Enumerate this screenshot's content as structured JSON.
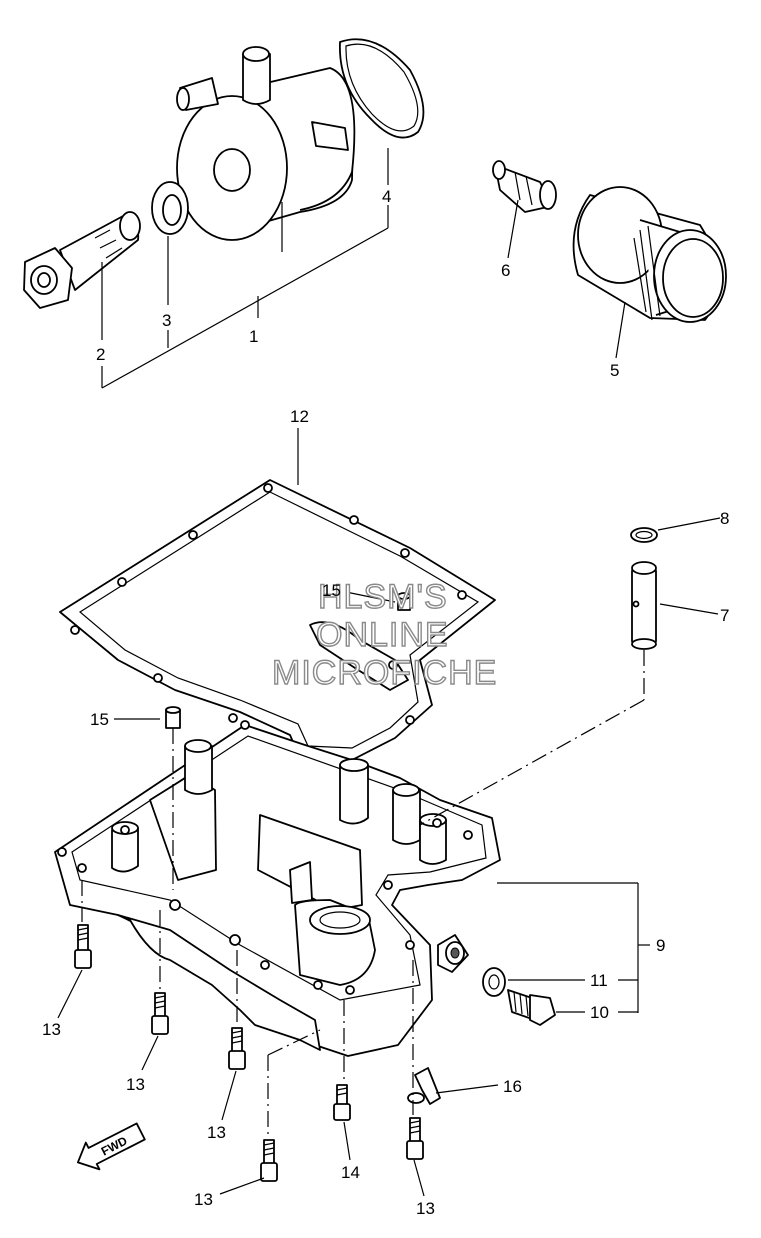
{
  "diagram": {
    "callouts": {
      "c1": "1",
      "c2": "2",
      "c3": "3",
      "c4": "4",
      "c5": "5",
      "c6": "6",
      "c7": "7",
      "c8": "8",
      "c9": "9",
      "c10": "10",
      "c11": "11",
      "c12": "12",
      "c13a": "13",
      "c13b": "13",
      "c13c": "13",
      "c13d": "13",
      "c13e": "13",
      "c14": "14",
      "c15a": "15",
      "c15b": "15",
      "c16": "16"
    },
    "watermark": [
      "HLSM'S",
      "ONLINE",
      "MICROFICHE"
    ],
    "fwd_label": "FWD"
  }
}
